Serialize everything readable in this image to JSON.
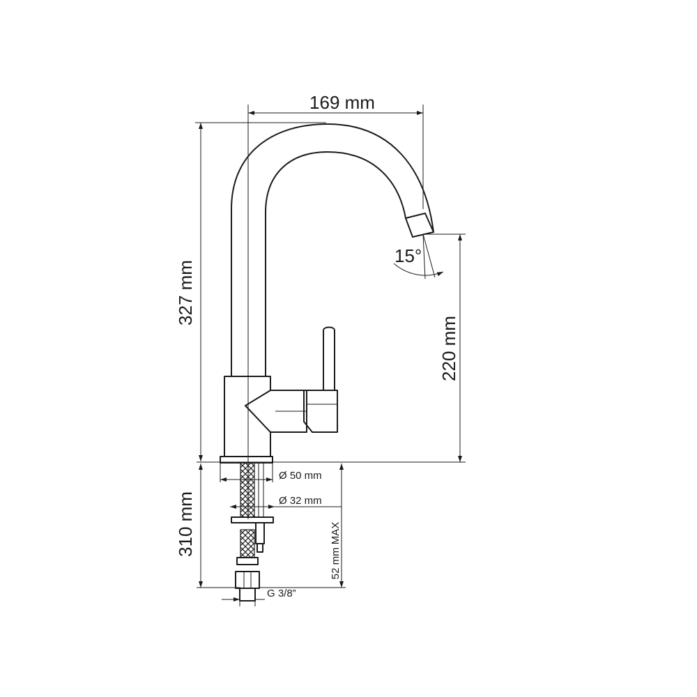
{
  "dimensions": {
    "width": "169 mm",
    "height_total": "327 mm",
    "spout_height": "220 mm",
    "hose_length": "310 mm",
    "base_diameter": "Ø 50 mm",
    "hole_diameter": "Ø 32 mm",
    "max_thickness": "52 mm MAX",
    "thread": "G 3/8”",
    "angle": "15°"
  },
  "colors": {
    "line": "#1a1a1a",
    "background": "#ffffff"
  }
}
